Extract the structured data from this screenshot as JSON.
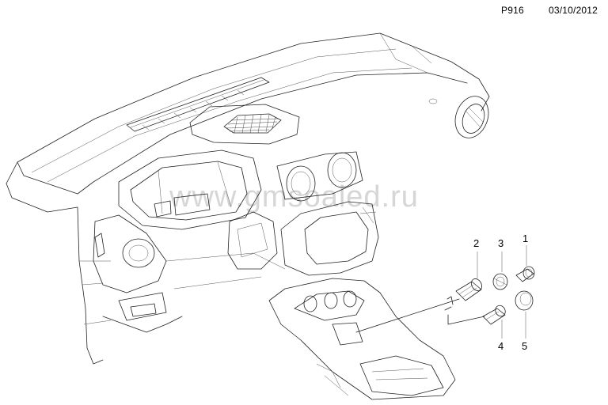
{
  "header": {
    "page_code": "P916",
    "date": "03/10/2012"
  },
  "watermark": "www.gmsoaled.ru",
  "callouts": [
    {
      "id": "1",
      "label": "1"
    },
    {
      "id": "2",
      "label": "2"
    },
    {
      "id": "3",
      "label": "3"
    },
    {
      "id": "4",
      "label": "4"
    },
    {
      "id": "5",
      "label": "5"
    }
  ],
  "colors": {
    "line": "#222222",
    "watermark": "#d6d6d6",
    "background": "#ffffff"
  }
}
